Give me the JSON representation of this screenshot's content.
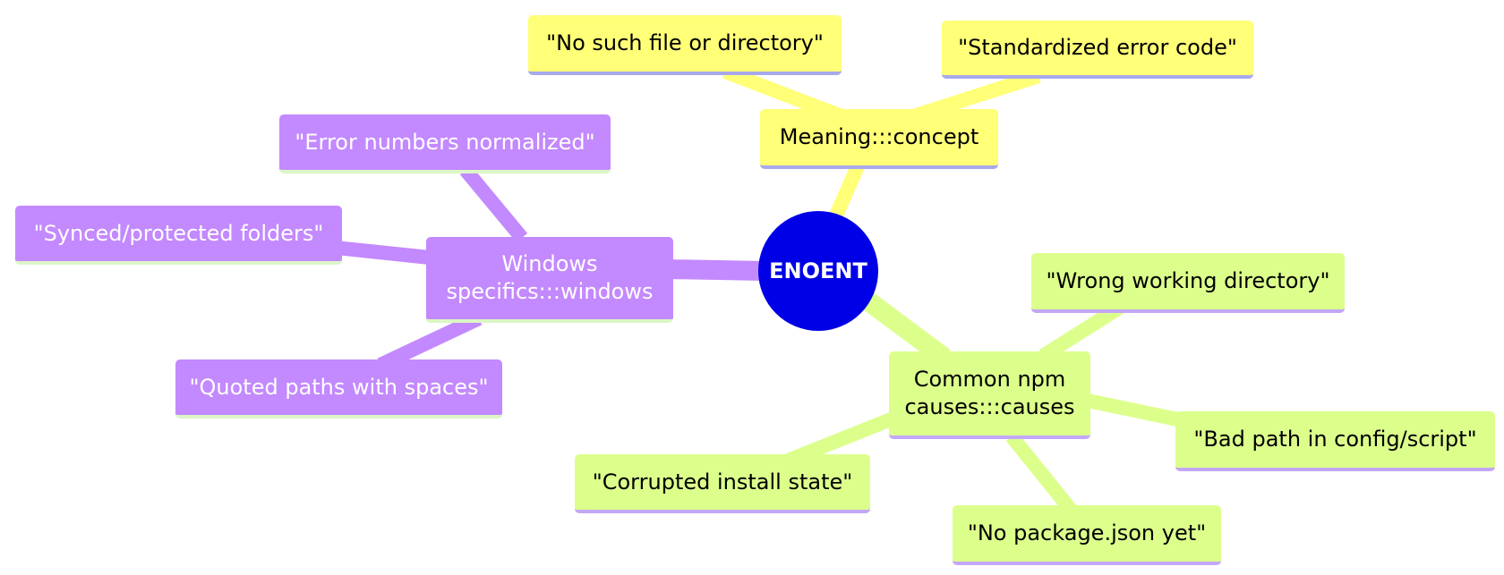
{
  "root": {
    "label": "ENOENT"
  },
  "meaning": {
    "label": "Meaning:::concept",
    "children": [
      "\"No such file or directory\"",
      "\"Standardized error code\""
    ]
  },
  "windows": {
    "label": "Windows specifics:::windows",
    "children": [
      "\"Error numbers normalized\"",
      "\"Synced/protected folders\"",
      "\"Quoted paths with spaces\""
    ]
  },
  "causes": {
    "label": "Common npm causes:::causes",
    "children": [
      "\"Wrong working directory\"",
      "\"Bad path in config/script\"",
      "\"No package.json yet\"",
      "\"Corrupted install state\""
    ]
  },
  "colors": {
    "root": "#0000e6",
    "meaning": "#ffff78",
    "windows": "#c389fe",
    "causes": "#dcff8c"
  }
}
